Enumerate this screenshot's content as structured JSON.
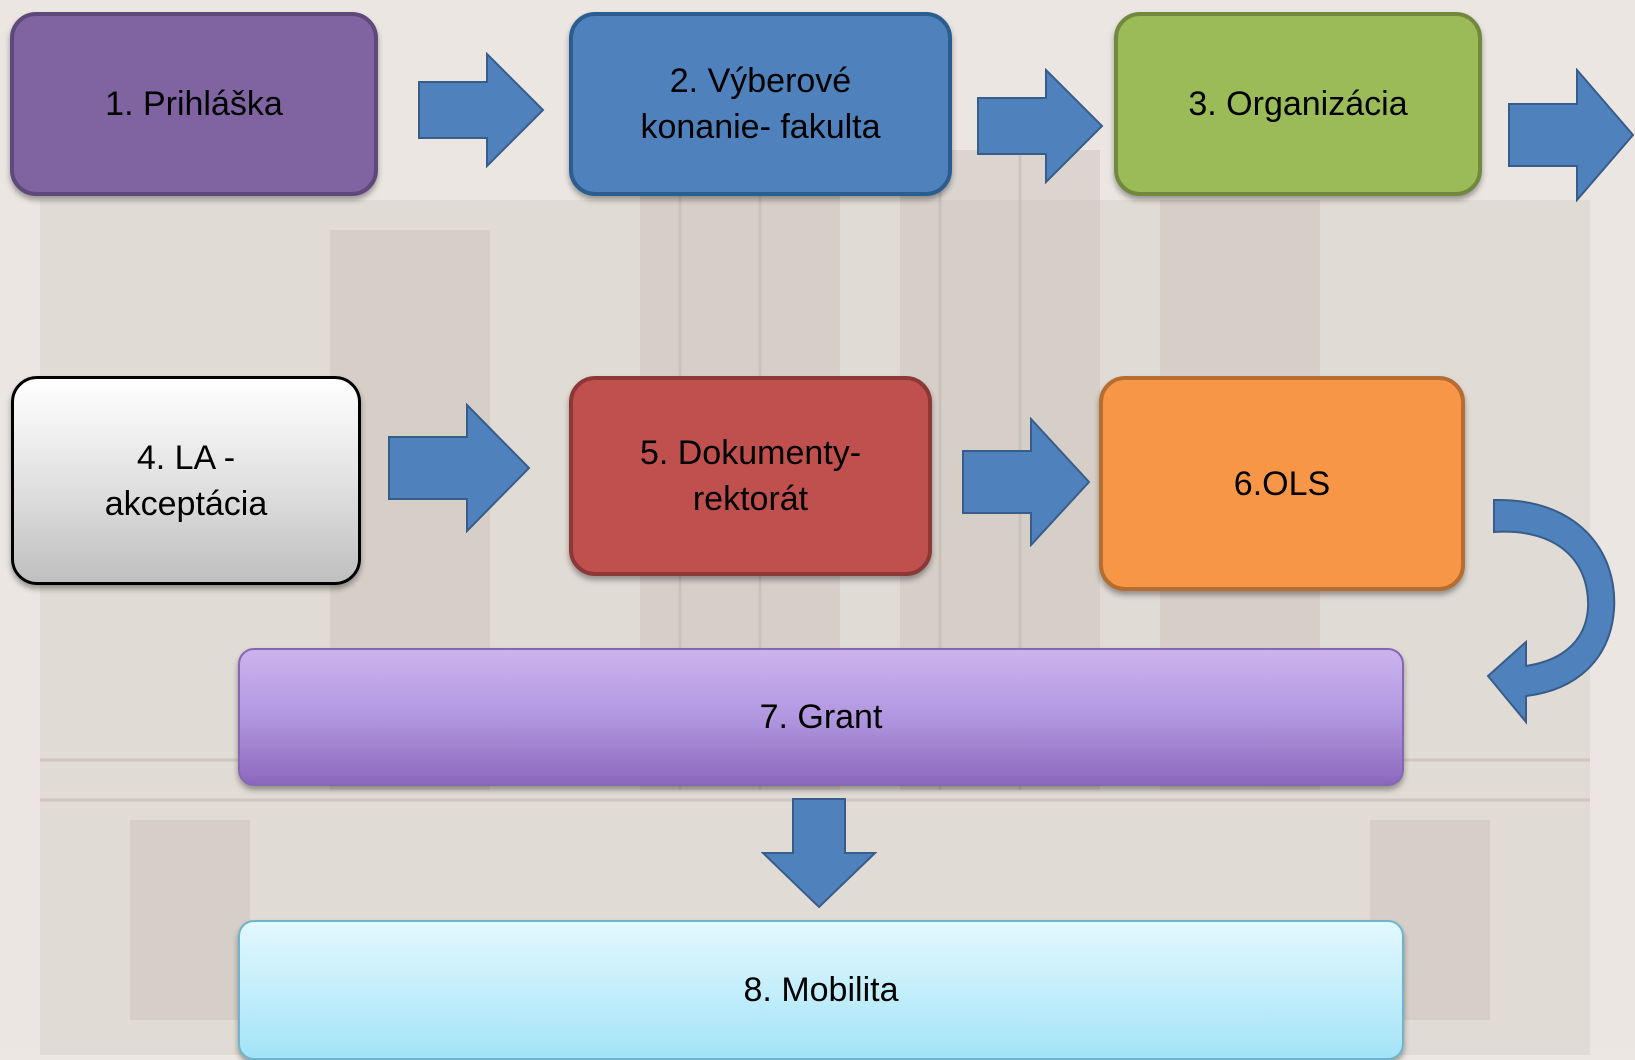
{
  "steps": {
    "step1": "1. Prihláška",
    "step2_line1": "2. Výberové",
    "step2_line2": "konanie- fakulta",
    "step3": "3. Organizácia",
    "step4_line1": "4. LA -",
    "step4_line2": "akceptácia",
    "step5_line1": "5. Dokumenty-",
    "step5_line2": "rektorát",
    "step6": "6.OLS",
    "step7": "7. Grant",
    "step8": "8. Mobilita"
  },
  "colors": {
    "step1": "#8064a2",
    "step2": "#4f81bd",
    "step3": "#9bbb59",
    "step4": "#d9d9d9",
    "step5": "#c0504d",
    "step6": "#f79646",
    "step7": "#b197e0",
    "step8": "#c4eefb",
    "arrow": "#4f81bd"
  },
  "icons": {
    "arrows": [
      "arrow-right-icon",
      "arrow-down-icon",
      "curved-arrow-icon"
    ],
    "background": "building-photo"
  }
}
